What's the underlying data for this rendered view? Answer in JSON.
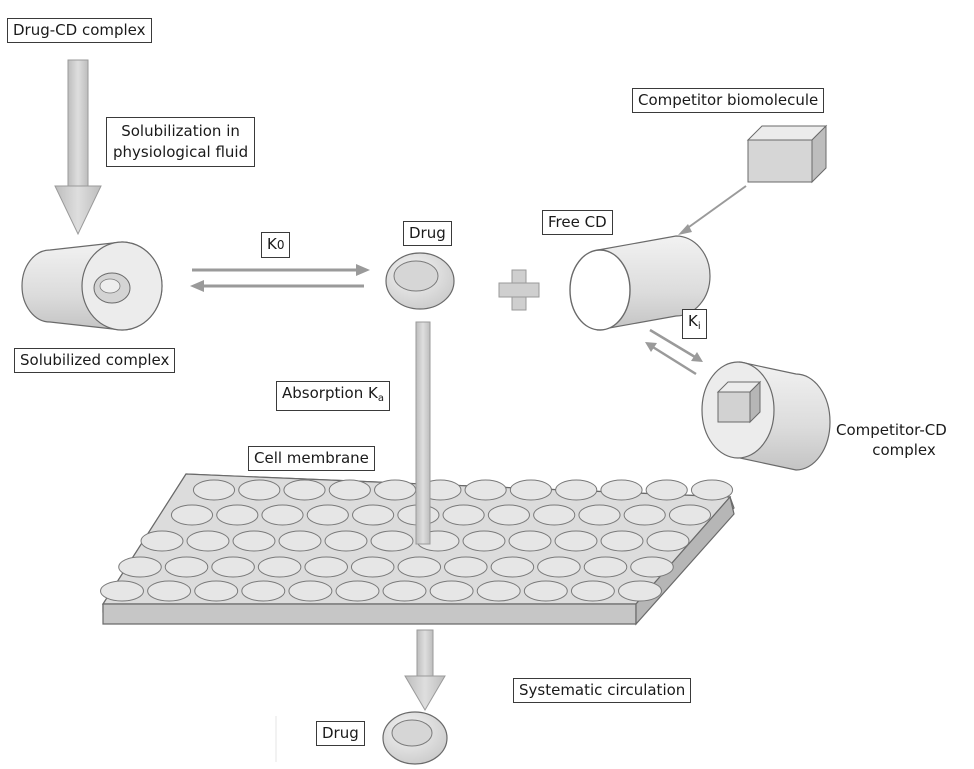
{
  "labels": {
    "drug_cd_complex": "Drug-CD complex",
    "solubilization_line1": "Solubilization in",
    "solubilization_line2": "physiological fluid",
    "k0_main": "K",
    "k0_sub": "0",
    "drug_top": "Drug",
    "free_cd": "Free CD",
    "competitor_biomolecule": "Competitor biomolecule",
    "ki_main": "K",
    "ki_sub": "i",
    "solubilized_complex": "Solubilized complex",
    "absorption_main": "Absorption K",
    "absorption_sub": "a",
    "competitor_cd_line1": "Competitor-CD",
    "competitor_cd_line2": "complex",
    "cell_membrane": "Cell membrane",
    "systematic_circulation": "Systematic circulation",
    "drug_bottom": "Drug"
  },
  "colors": {
    "shape_fill": "#e4e4e4",
    "shape_stroke": "#6a6a6a",
    "arrow_fill": "#c9c9c9",
    "label_border": "#3a3a3a"
  }
}
